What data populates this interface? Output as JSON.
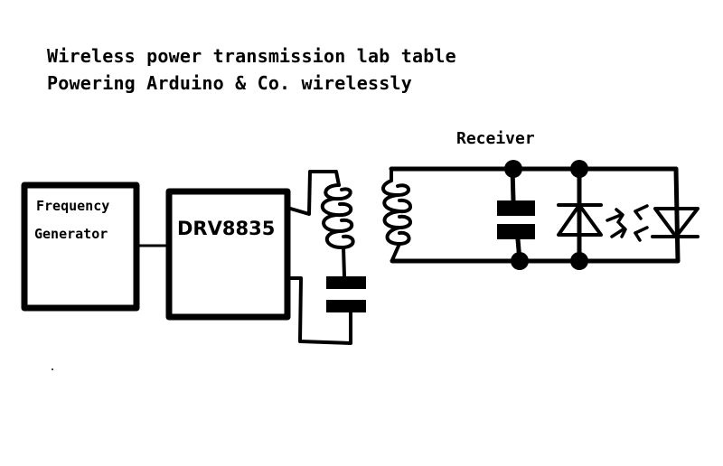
{
  "title": {
    "line1": "Wireless power transmission lab table",
    "line2": "Powering Arduino & Co. wirelessly"
  },
  "blocks": {
    "frequency_generator": {
      "line1": "Frequency",
      "line2": "Generator"
    },
    "driver": {
      "label": "DRV8835"
    },
    "receiver": {
      "label": "Receiver"
    }
  },
  "components": [
    "frequency-generator-block",
    "drv8835-driver-block",
    "transmitter-coil",
    "transmitter-capacitor",
    "receiver-coil",
    "receiver-capacitor",
    "photodiode",
    "led"
  ],
  "colors": {
    "ink": "#000000",
    "background": "#ffffff"
  }
}
